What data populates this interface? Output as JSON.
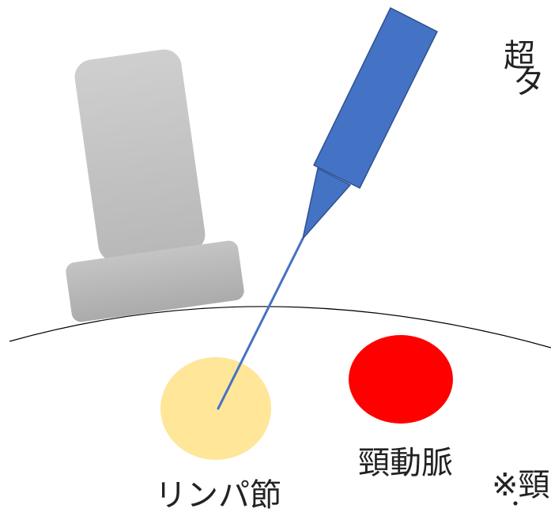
{
  "labels": {
    "lymph_node": "リンパ節",
    "carotid_artery": "頸動脈",
    "note_partial": "※頸",
    "top_right_line1": "超",
    "top_right_line2": "タ",
    "bottom_right_fragment": "・"
  },
  "colors": {
    "lymph_node": "#FFE699",
    "carotid_artery": "#FF0000",
    "needle_body": "#4472C4",
    "needle_outline": "#2F528F",
    "probe": "#C9C9C9",
    "skin_line": "#000000"
  }
}
